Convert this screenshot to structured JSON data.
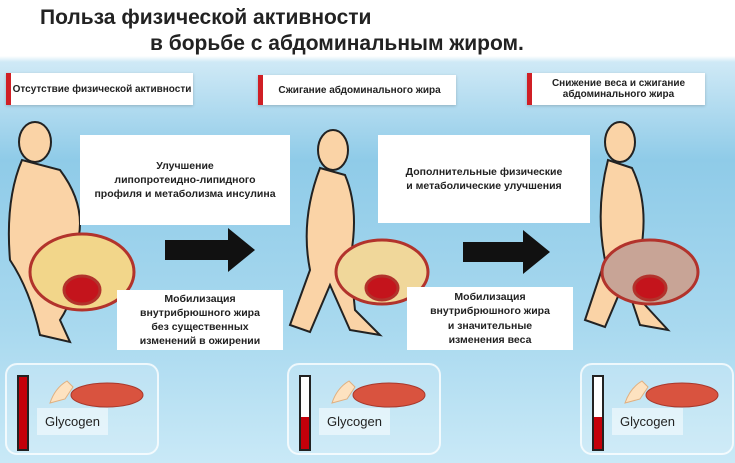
{
  "title": {
    "line1": "Польза физической активности",
    "line2": "в борьбе с абдоминальным жиром."
  },
  "stages": [
    {
      "label": "Отсутствие физической активности",
      "glycogen_label": "Glycogen",
      "glycogen_level": 1.0
    },
    {
      "label": "Сжигание абдоминального жира",
      "glycogen_label": "Glycogen",
      "glycogen_level": 0.45
    },
    {
      "label": "Снижение веса и сжигание абдоминального жира",
      "glycogen_label": "Glycogen",
      "glycogen_level": 0.45
    }
  ],
  "effects": {
    "a": "Улучшение\nлипопротеидно-липидного\nпрофиля и метаболизма инсулина",
    "b": "Дополнительные физические\nи метаболические улучшения",
    "c": "Мобилизация\nвнутрибрюшного жира\nбез существенных\nизменений в ожирении",
    "d": "Мобилизация\nвнутрибрюшного жира\nи значительные\nизменения веса"
  },
  "colors": {
    "accent": "#d01f25",
    "skin": "#fad3a6",
    "muscle": "#d9533f"
  }
}
